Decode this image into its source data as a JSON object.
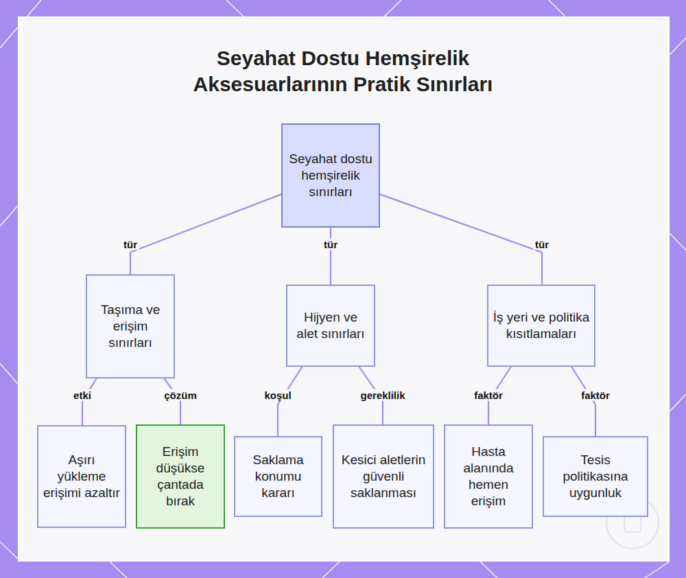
{
  "diagram": {
    "title": "Seyahat Dostu Hemşirelik Aksesuarlarının Pratik Sınırları",
    "nodes": [
      {
        "text": [
          "Seyahat dostu hemşirelik sınırları"
        ]
      },
      {
        "text": [
          "Taşıma ve erişim sınırları"
        ]
      },
      {
        "text": [
          "Hijyen ve alet sınırları"
        ]
      },
      {
        "text": [
          "İş yeri ve politika kısıtlamaları"
        ]
      },
      {
        "text": [
          "Aşırı yükleme erişimi azaltır"
        ]
      },
      {
        "text": [
          "Erişim düşükse çantada bırak"
        ]
      },
      {
        "text": [
          "Saklama konumu kararı"
        ]
      },
      {
        "text": [
          "Kesici aletlerin güvenli saklanması"
        ]
      },
      {
        "text": [
          "Hasta alanında hemen erişim"
        ]
      },
      {
        "text": [
          "Tesis politikasına uygunluk"
        ]
      }
    ],
    "edges": [
      {
        "from": 0,
        "to": 1,
        "label": "tür",
        "arrow": "none"
      },
      {
        "from": 0,
        "to": 2,
        "label": "tür",
        "arrow": "none"
      },
      {
        "from": 0,
        "to": 3,
        "label": "tür",
        "arrow": "none"
      },
      {
        "from": 1,
        "to": 4,
        "label": "etki",
        "arrow": "none"
      },
      {
        "from": 1,
        "to": 5,
        "label": "çözüm",
        "arrow": "none"
      },
      {
        "from": 2,
        "to": 6,
        "label": "koşul",
        "arrow": "none"
      },
      {
        "from": 2,
        "to": 7,
        "label": "gereklilik",
        "arrow": "none"
      },
      {
        "from": 3,
        "to": 8,
        "label": "faktör",
        "arrow": "none"
      },
      {
        "from": 3,
        "to": 9,
        "label": "faktör",
        "arrow": "none"
      }
    ]
  }
}
